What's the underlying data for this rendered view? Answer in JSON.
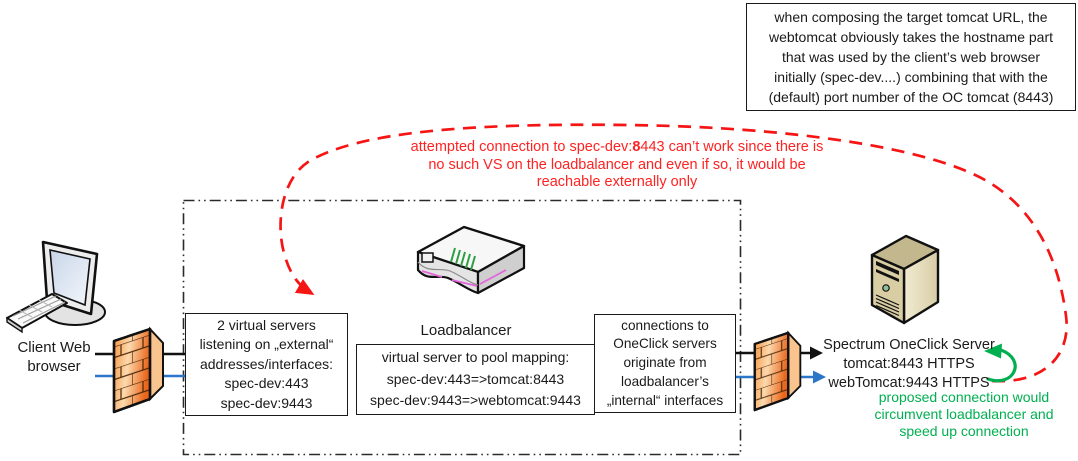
{
  "note_box": {
    "lines": [
      "when composing the target tomcat URL, the",
      "webtomcat obviously takes the hostname part",
      "that was used by the client’s web browser",
      "initially (spec-dev....) combining that with the",
      "(default) port number of the OC tomcat (8443)"
    ]
  },
  "red_annotation": {
    "line1_pre": "attempted connection to spec-dev:",
    "line1_bold": "8",
    "line1_post": "443 can’t work",
    "line2": "since there is no such VS on the loadbalancer and even",
    "line3": "if so, it would be reachable externally only",
    "color": "#ff2222"
  },
  "client": {
    "label_line1": "Client",
    "label_line2": "Web browser"
  },
  "loadbalancer": {
    "label": "Loadbalancer"
  },
  "virtual_servers_box": {
    "lines": [
      "2 virtual servers",
      "listening on „external“",
      "addresses/interfaces:",
      "spec-dev:443",
      "spec-dev:9443"
    ]
  },
  "pool_mapping_box": {
    "lines": [
      "virtual server to pool mapping:",
      "spec-dev:443=>tomcat:8443",
      "spec-dev:9443=>webtomcat:9443"
    ]
  },
  "connections_box": {
    "lines": [
      "connections to",
      "OneClick servers",
      "originate from",
      "loadbalancer’s",
      "„internal“ interfaces"
    ]
  },
  "server": {
    "title": "Spectrum OneClick Server",
    "port1": "tomcat:8443 HTTPS",
    "port2": "webTomcat:9443 HTTPS"
  },
  "green_annotation": {
    "lines": [
      "proposed connection would",
      "circumvent loadbalancer and",
      "speed up connection"
    ],
    "color": "#00b050"
  },
  "colors": {
    "red_accent": "#f51515",
    "green_accent": "#00b050",
    "blue_arrow": "#2b76c9",
    "black_arrow": "#111111",
    "firewall_orange": "#ed7d31"
  },
  "icon_names": [
    "client-computer-icon",
    "firewall-icon",
    "loadbalancer-icon",
    "server-icon"
  ]
}
